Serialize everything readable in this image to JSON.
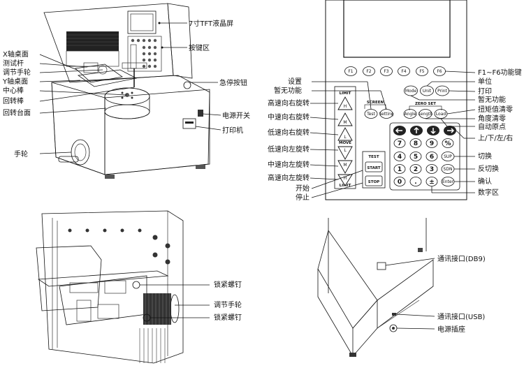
{
  "machine": {
    "labels": [
      "7寸TFT液晶屏",
      "按键区",
      "X轴桌面",
      "测试杆",
      "调节手轮",
      "Y轴桌面",
      "中心棒",
      "回转棒",
      "回转台面",
      "急停按钮",
      "电源开关",
      "打印机",
      "手轮"
    ]
  },
  "panel": {
    "function_keys": [
      "F1",
      "F2",
      "F3",
      "F4",
      "F5",
      "F6"
    ],
    "screen_group": "SCREEN",
    "zero_group": "ZERO SET",
    "test_group": "TEST",
    "move_group": "MOVE",
    "limit_top": "LIMIT",
    "limit_bottom": "LIMIT",
    "buttons": {
      "test": "Test",
      "setting": "Setting",
      "mode": "Mode",
      "unit": "Unit",
      "print": "Print",
      "angle": "Angle",
      "length": "Length",
      "load": "Load",
      "start": "START",
      "stop": "STOP",
      "sup": "SUP",
      "sdn": "SDN",
      "enter": "Enter"
    },
    "numpad": [
      "7",
      "8",
      "9",
      "%",
      "4",
      "5",
      "6",
      "1",
      "2",
      "3",
      "0",
      ".",
      "±"
    ],
    "arrows": [
      "H",
      "M",
      "L",
      "L",
      "M",
      "H"
    ],
    "left_labels": [
      "设置",
      "暂无功能",
      "高速向右旋转",
      "中速向右旋转",
      "低速向右旋转",
      "低速向左旋转",
      "中速向左旋转",
      "高速向左旋转",
      "开始",
      "停止"
    ],
    "right_labels": [
      "F1~F6功能键",
      "单位",
      "打印",
      "暂无功能",
      "扭矩值清零",
      "角度清零",
      "自动原点",
      "上/下/左/右",
      "切换",
      "反切换",
      "确认",
      "数字区"
    ]
  },
  "detail": {
    "labels": [
      "锁紧螺钉",
      "调节手轮",
      "锁紧螺钉"
    ]
  },
  "back": {
    "labels": [
      "通讯接口(DB9)",
      "通讯接口(USB)",
      "电源插座"
    ]
  }
}
